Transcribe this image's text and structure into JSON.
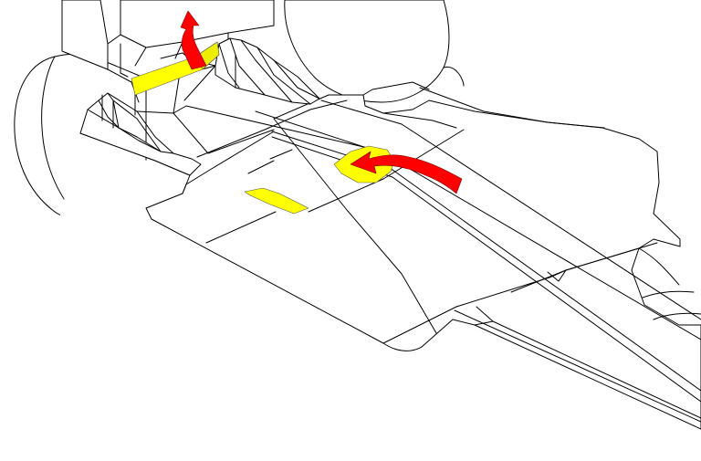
{
  "diagram": {
    "colors": {
      "background": "#ffffff",
      "outline": "#000000",
      "flow_region": "#ffff00",
      "flow_arrow": "#ff0000"
    },
    "elements": [
      {
        "name": "rear-wheel",
        "kind": "outline"
      },
      {
        "name": "front-wheel",
        "kind": "outline"
      },
      {
        "name": "sidepod",
        "kind": "outline"
      },
      {
        "name": "floor",
        "kind": "outline"
      },
      {
        "name": "double-diffuser",
        "kind": "outline"
      },
      {
        "name": "upper-diffuser-slot",
        "kind": "highlight"
      },
      {
        "name": "floor-slot",
        "kind": "highlight"
      },
      {
        "name": "underfloor-inlet",
        "kind": "highlight"
      },
      {
        "name": "inlet-flow-arrow",
        "kind": "arrow"
      },
      {
        "name": "exit-flow-arrow",
        "kind": "arrow"
      }
    ]
  }
}
